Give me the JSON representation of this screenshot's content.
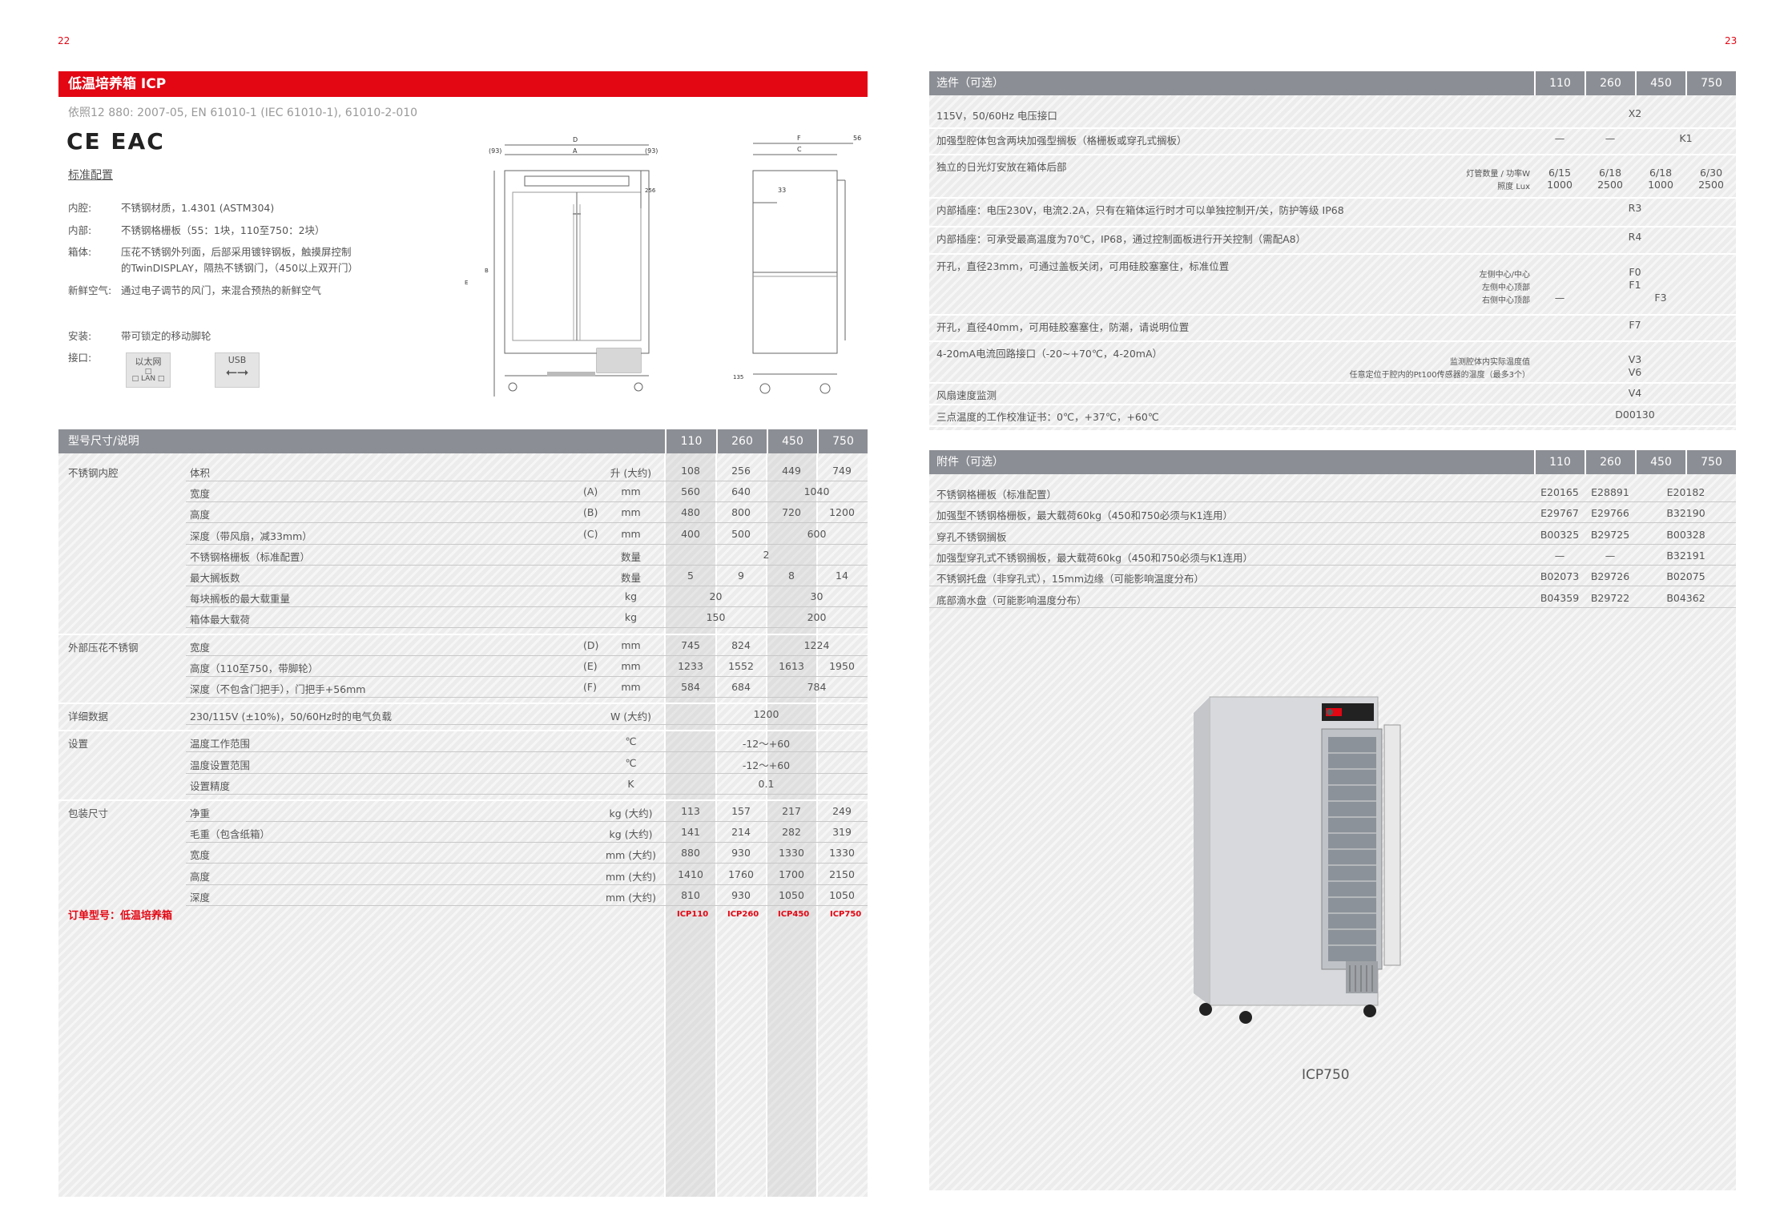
{
  "pages": {
    "left": "22",
    "right": "23"
  },
  "product": {
    "title": "低温培养箱 ICP",
    "norm": "依照12 880: 2007-05, EN 61010-1 (IEC 61010-1), 61010-2-010",
    "ce_mark": "CE EAC",
    "std_heading": "标准配置",
    "specs": [
      {
        "k": "内腔:",
        "v": "不锈钢材质，1.4301 (ASTM304)"
      },
      {
        "k": "内部:",
        "v": "不锈钢格栅板（55：1块，110至750：2块）"
      },
      {
        "k": "箱体:",
        "v": "压花不锈钢外列面，后部采用镀锌钢板，触摸屏控制"
      },
      {
        "k": "",
        "v": "的TwinDISPLAY，隔热不锈钢门，（450以上双开门）"
      },
      {
        "k": "新鲜空气:",
        "v": "通过电子调节的风门，来混合预热的新鲜空气"
      },
      {
        "k": "安装:",
        "v": "带可锁定的移动脚轮"
      },
      {
        "k": "接口:",
        "v": ""
      }
    ],
    "interfaces": {
      "eth_top": "以太网",
      "eth_bottom": "LAN",
      "usb": "USB"
    }
  },
  "drawing": {
    "front": {
      "D": "D",
      "A": "A",
      "left_dim": "(93)",
      "right_dim": "(93)",
      "B": "B",
      "E": "E",
      "h256": "256"
    },
    "side": {
      "F": "F",
      "C": "C",
      "d56": "56",
      "d33": "33",
      "d135": "135"
    }
  },
  "models": [
    "110",
    "260",
    "450",
    "750"
  ],
  "main_table": {
    "header": "型号尺寸/说明",
    "groups": [
      {
        "name": "不锈钢内腔",
        "rows": [
          {
            "label": "体积",
            "code": "",
            "unit": "升 (大约)",
            "vals": [
              "108",
              "256",
              "449",
              "749"
            ]
          },
          {
            "label": "宽度",
            "code": "(A)",
            "unit": "mm",
            "vals": [
              "560",
              "640",
              "1040"
            ]
          },
          {
            "label": "高度",
            "code": "(B)",
            "unit": "mm",
            "vals": [
              "480",
              "800",
              "720",
              "1200"
            ]
          },
          {
            "label": "深度（带风扇，减33mm）",
            "code": "(C)",
            "unit": "mm",
            "vals": [
              "400",
              "500",
              "600"
            ]
          },
          {
            "label": "不锈钢格栅板（标准配置）",
            "code": "",
            "unit": "数量",
            "vals": [
              "2"
            ]
          },
          {
            "label": "最大搁板数",
            "code": "",
            "unit": "数量",
            "vals": [
              "5",
              "9",
              "8",
              "14"
            ]
          },
          {
            "label": "每块搁板的最大载重量",
            "code": "",
            "unit": "kg",
            "vals": [
              "20",
              "30"
            ]
          },
          {
            "label": "箱体最大载荷",
            "code": "",
            "unit": "kg",
            "vals": [
              "150",
              "200"
            ]
          }
        ]
      },
      {
        "name": "外部压花不锈钢",
        "rows": [
          {
            "label": "宽度",
            "code": "(D)",
            "unit": "mm",
            "vals": [
              "745",
              "824",
              "1224"
            ]
          },
          {
            "label": "高度（110至750，带脚轮）",
            "code": "(E)",
            "unit": "mm",
            "vals": [
              "1233",
              "1552",
              "1613",
              "1950"
            ]
          },
          {
            "label": "深度（不包含门把手），门把手+56mm",
            "code": "(F)",
            "unit": "mm",
            "vals": [
              "584",
              "684",
              "784"
            ]
          }
        ]
      },
      {
        "name": "详细数据",
        "rows": [
          {
            "label": "230/115V (±10%)，50/60Hz时的电气负载",
            "code": "",
            "unit": "W (大约)",
            "vals": [
              "1200"
            ]
          }
        ]
      },
      {
        "name": "设置",
        "rows": [
          {
            "label": "温度工作范围",
            "code": "",
            "unit": "℃",
            "vals": [
              "-12～+60"
            ]
          },
          {
            "label": "温度设置范围",
            "code": "",
            "unit": "℃",
            "vals": [
              "-12～+60"
            ]
          },
          {
            "label": "设置精度",
            "code": "",
            "unit": "K",
            "vals": [
              "0.1"
            ]
          }
        ]
      },
      {
        "name": "包装尺寸",
        "rows": [
          {
            "label": "净重",
            "code": "",
            "unit": "kg (大约)",
            "vals": [
              "113",
              "157",
              "217",
              "249"
            ]
          },
          {
            "label": "毛重（包含纸箱）",
            "code": "",
            "unit": "kg (大约)",
            "vals": [
              "141",
              "214",
              "282",
              "319"
            ]
          },
          {
            "label": "宽度",
            "code": "",
            "unit": "mm (大约)",
            "vals": [
              "880",
              "930",
              "1330",
              "1330"
            ]
          },
          {
            "label": "高度",
            "code": "",
            "unit": "mm (大约)",
            "vals": [
              "1410",
              "1760",
              "1700",
              "2150"
            ]
          },
          {
            "label": "深度",
            "code": "",
            "unit": "mm (大约)",
            "vals": [
              "810",
              "930",
              "1050",
              "1050"
            ]
          }
        ]
      }
    ],
    "order_label": "订单型号：低温培养箱",
    "order_codes": [
      "ICP110",
      "ICP260",
      "ICP450",
      "ICP750"
    ]
  },
  "options_table": {
    "header": "选件（可选）",
    "rows": [
      {
        "label": "115V，50/60Hz 电压接口",
        "value": "X2"
      },
      {
        "label": "加强型腔体包含两块加强型搁板（格栅板或穿孔式搁板）",
        "v1": "—",
        "v2": "—",
        "v34": "K1"
      },
      {
        "label": "独立的日光灯安放在箱体后部",
        "sub1": "灯管数量 / 功率W",
        "sub2": "照度 Lux",
        "vals1": [
          "6/15",
          "6/18",
          "6/18",
          "6/30"
        ],
        "vals2": [
          "1000",
          "2500",
          "1000",
          "2500"
        ]
      },
      {
        "label": "内部插座：电压230V，电流2.2A，只有在箱体运行时才可以单独控制开/关，防护等级 IP68",
        "value": "R3"
      },
      {
        "label": "内部插座：可承受最高温度为70℃，IP68，通过控制面板进行开关控制（需配A8）",
        "value": "R4"
      },
      {
        "label": "开孔，直径23mm，可通过盖板关闭，可用硅胶塞塞住，标准位置",
        "subs": [
          "左侧中心/中心",
          "左侧中心顶部",
          "右侧中心顶部"
        ],
        "vals": [
          "F0",
          "F1",
          "F3"
        ],
        "dash": "—"
      },
      {
        "label": "开孔，直径40mm，可用硅胶塞塞住，防潮，请说明位置",
        "value": "F7"
      },
      {
        "label": "4-20mA电流回路接口（-20~+70℃，4-20mA）",
        "subs": [
          "监测腔体内实际温度值",
          "任意定位于腔内的Pt100传感器的温度（最多3个）"
        ],
        "vals": [
          "V3",
          "V6"
        ]
      },
      {
        "label": "风扇速度监测",
        "value": "V4"
      },
      {
        "label": "三点温度的工作校准证书：0℃，+37℃，+60℃",
        "value": "D00130"
      }
    ]
  },
  "accessories_table": {
    "header": "附件（可选）",
    "rows": [
      {
        "label": "不锈钢格栅板（标准配置）",
        "vals": [
          "E20165",
          "E28891",
          "E20182"
        ]
      },
      {
        "label": "加强型不锈钢格栅板，最大载荷60kg（450和750必须与K1连用）",
        "vals": [
          "E29767",
          "E29766",
          "B32190"
        ]
      },
      {
        "label": "穿孔不锈钢搁板",
        "vals": [
          "B00325",
          "B29725",
          "B00328"
        ]
      },
      {
        "label": "加强型穿孔式不锈钢搁板，最大载荷60kg（450和750必须与K1连用）",
        "vals": [
          "—",
          "—",
          "B32191"
        ]
      },
      {
        "label": "不锈钢托盘（非穿孔式），15mm边缘（可能影响温度分布）",
        "vals": [
          "B02073",
          "B29726",
          "B02075"
        ]
      },
      {
        "label": "底部滴水盘（可能影响温度分布）",
        "vals": [
          "B04359",
          "B29722",
          "B04362"
        ]
      }
    ]
  },
  "photo_caption": "ICP750"
}
